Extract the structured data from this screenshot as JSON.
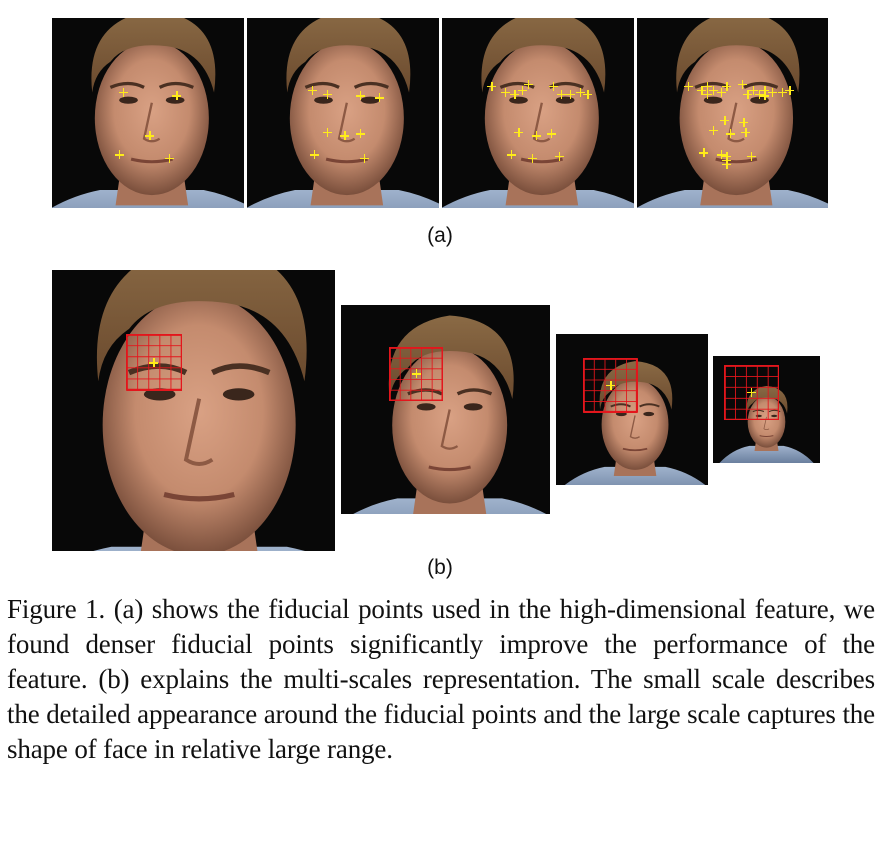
{
  "figure": {
    "label_a": "(a)",
    "label_b": "(b)",
    "caption": "Figure 1. (a) shows the fiducial points used in the high-dimensional feature, we found denser fiducial points significantly improve the performance of the feature. (b) explains the multi-scales representation. The small scale describes the detailed appearance around the fiducial points and the large scale captures the shape of face in relative large range."
  },
  "panel_a": [
    {
      "landmarks": 5
    },
    {
      "landmarks": 9
    },
    {
      "landmarks": 16
    },
    {
      "landmarks": 27
    }
  ],
  "panel_b": [
    {
      "scale": 1.0
    },
    {
      "scale": 0.75
    },
    {
      "scale": 0.54
    },
    {
      "scale": 0.38
    }
  ],
  "colors": {
    "landmark": "#ffec1a",
    "grid": "#e3161c",
    "background": "#080808",
    "skin": "#c48b6e",
    "hair": "#6b4a2e",
    "shirt": "#8aa0bd"
  }
}
